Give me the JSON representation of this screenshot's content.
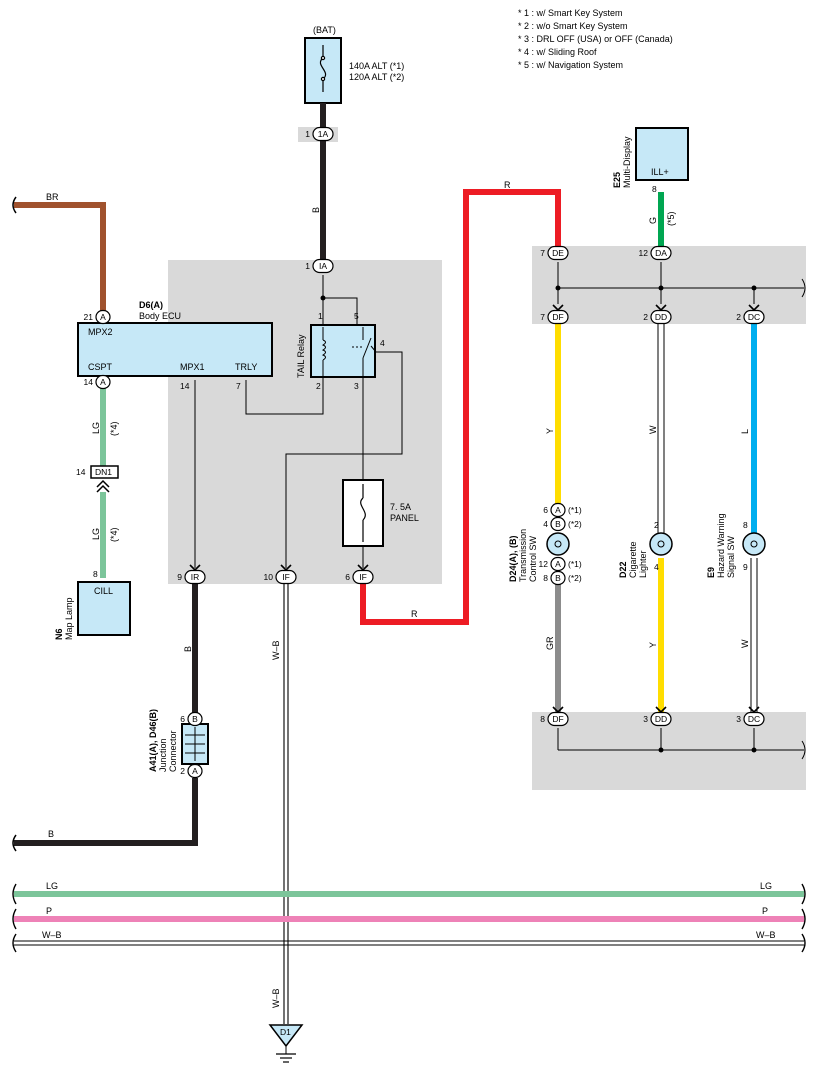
{
  "footnotes": [
    "* 1 : w/ Smart Key System",
    "* 2 : w/o Smart Key System",
    "* 3 : DRL OFF (USA) or OFF (Canada)",
    "* 4 : w/ Sliding Roof",
    "* 5 : w/ Navigation System"
  ],
  "battery": {
    "label": "(BAT)",
    "fuse1": "140A ALT (*1)",
    "fuse2": "120A ALT (*2)"
  },
  "connectors": {
    "c1A_top": {
      "pin": "1",
      "code": "1A"
    },
    "cIA": {
      "pin": "1",
      "code": "IA"
    },
    "d6_a": {
      "pin": "21",
      "code": "A"
    },
    "d6_a14": {
      "pin": "14",
      "code": "A"
    },
    "dn1": {
      "pin": "14",
      "code": "DN1"
    },
    "cIR": {
      "pin": "9",
      "code": "IR"
    },
    "cIF10": {
      "pin": "10",
      "code": "IF"
    },
    "cIF6": {
      "pin": "6",
      "code": "IF"
    },
    "jB": {
      "pin": "6",
      "code": "B"
    },
    "jA": {
      "pin": "2",
      "code": "A"
    },
    "cDE": {
      "pin": "7",
      "code": "DE"
    },
    "cDA": {
      "pin": "12",
      "code": "DA"
    },
    "cDF7": {
      "pin": "7",
      "code": "DF"
    },
    "cDD2": {
      "pin": "2",
      "code": "DD"
    },
    "cDC2": {
      "pin": "2",
      "code": "DC"
    },
    "cDF8": {
      "pin": "8",
      "code": "DF"
    },
    "cDD3": {
      "pin": "3",
      "code": "DD"
    },
    "cDC3": {
      "pin": "3",
      "code": "DC"
    },
    "d24a6": {
      "pin": "6",
      "code": "A",
      "note": "(*1)"
    },
    "d24b4": {
      "pin": "4",
      "code": "B",
      "note": "(*2)"
    },
    "d24a12": {
      "pin": "12",
      "code": "A",
      "note": "(*1)"
    },
    "d24b8": {
      "pin": "8",
      "code": "B",
      "note": "(*2)"
    }
  },
  "body_ecu": {
    "id": "D6(A)",
    "name": "Body ECU",
    "terminals": {
      "mpx2": "MPX2",
      "cspt": "CSPT",
      "mpx1": "MPX1",
      "trly": "TRLY"
    },
    "pins": {
      "mpx1": "14",
      "trly": "7"
    }
  },
  "relay": {
    "label": "TAIL Relay",
    "pins": {
      "p1": "1",
      "p5": "5",
      "p4": "4",
      "p2": "2",
      "p3": "3"
    }
  },
  "fuse_panel": {
    "line1": "7. 5A",
    "line2": "PANEL"
  },
  "multi_display": {
    "id": "E25",
    "name": "Multi-Display",
    "terminal": "ILL+",
    "pin": "8"
  },
  "map_lamp": {
    "id": "N6",
    "name": "Map Lamp",
    "terminal": "CILL",
    "pin": "8"
  },
  "junction": {
    "id": "A41(A), D46(B)",
    "line1": "Junction",
    "line2": "Connector"
  },
  "components": {
    "d24": {
      "id": "D24(A), (B)",
      "line1": "Transmission",
      "line2": "Control SW"
    },
    "d22": {
      "id": "D22",
      "line1": "Cigarette",
      "line2": "Lighter",
      "pin_top": "2",
      "pin_bot": "4"
    },
    "e9": {
      "id": "E9",
      "line1": "Hazard Warning",
      "line2": "Signal SW",
      "pin_top": "8",
      "pin_bot": "9"
    }
  },
  "ground": {
    "label": "D1"
  },
  "wires": {
    "br": "BR",
    "r": "R",
    "b": "B",
    "g": "G",
    "g_note": "(*5)",
    "lg": "LG",
    "lg_note": "(*4)",
    "y": "Y",
    "w": "W",
    "l": "L",
    "gr": "GR",
    "wb": "W–B",
    "p": "P"
  },
  "colors": {
    "black": "#231f20",
    "red": "#ed1c24",
    "brown": "#a0522d",
    "green": "#00a651",
    "lightgreen": "#7cc59a",
    "yellow": "#ffdd00",
    "blue": "#00aeef",
    "gray": "#8c8c8c",
    "pink": "#ee82b7",
    "component": "#c6e8f7",
    "shade": "#d9d9d9"
  }
}
